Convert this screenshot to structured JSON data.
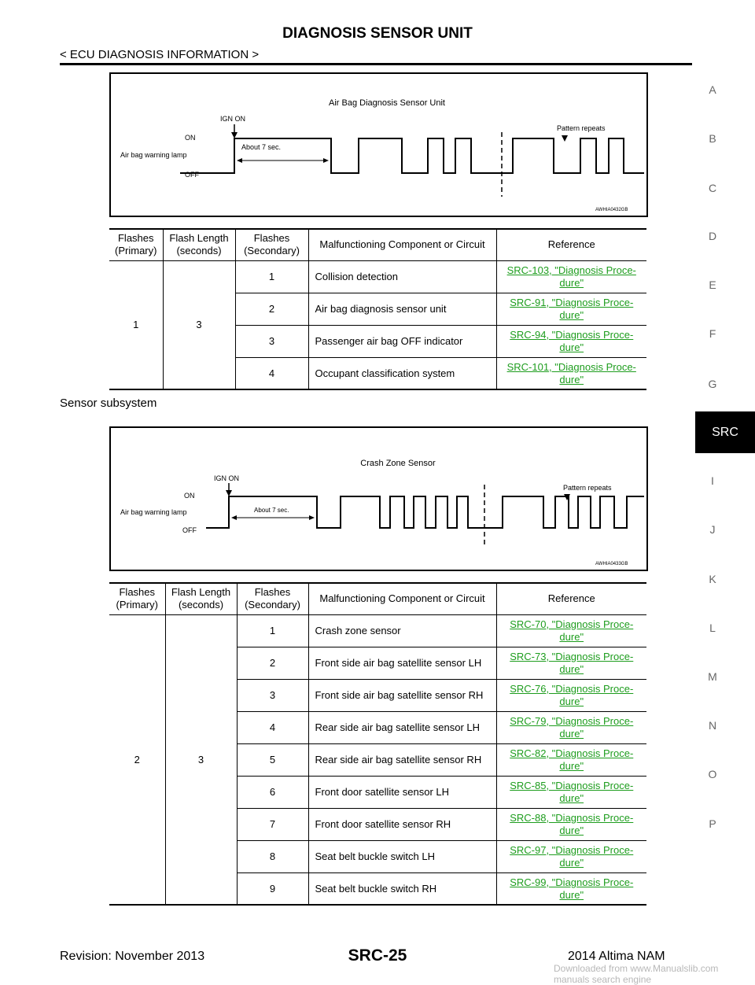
{
  "header": {
    "title": "DIAGNOSIS SENSOR UNIT",
    "section": "< ECU DIAGNOSIS INFORMATION >"
  },
  "side_index": {
    "letters": [
      "A",
      "B",
      "C",
      "D",
      "E",
      "F",
      "G",
      "I",
      "J",
      "K",
      "L",
      "M",
      "N",
      "O",
      "P"
    ],
    "active_tab": "SRC"
  },
  "diagram1": {
    "title": "Air Bag Diagnosis Sensor Unit",
    "ign_on": "IGN ON",
    "on": "ON",
    "off": "OFF",
    "lamp": "Air bag warning lamp",
    "about": "About 7 sec.",
    "pattern": "Pattern repeats",
    "code": "AWHIA0432GB"
  },
  "table_headers": {
    "flashes_primary": "Flashes\n(Primary)",
    "flash_length": "Flash Length\n(seconds)",
    "flashes_secondary": "Flashes\n(Secondary)",
    "component": "Malfunctioning Component or Circuit",
    "reference": "Reference"
  },
  "table1": {
    "primary": "1",
    "length": "3",
    "rows": [
      {
        "secondary": "1",
        "component": "Collision detection",
        "ref1": "SRC-103, \"Diagnosis Proce-",
        "ref2": "dure\""
      },
      {
        "secondary": "2",
        "component": "Air bag diagnosis sensor unit",
        "ref1": "SRC-91, \"Diagnosis Proce-",
        "ref2": "dure\""
      },
      {
        "secondary": "3",
        "component": "Passenger air bag OFF indicator",
        "ref1": "SRC-94, \"Diagnosis Proce-",
        "ref2": "dure\""
      },
      {
        "secondary": "4",
        "component": "Occupant classification system",
        "ref1": "SRC-101, \"Diagnosis Proce-",
        "ref2": "dure\""
      }
    ]
  },
  "subsystem_label": "Sensor subsystem",
  "diagram2": {
    "title": "Crash Zone Sensor",
    "ign_on": "IGN ON",
    "on": "ON",
    "off": "OFF",
    "lamp": "Air bag warning lamp",
    "about": "About 7 sec.",
    "pattern": "Pattern repeats",
    "code": "AWHIA0433GB"
  },
  "table2": {
    "primary": "2",
    "length": "3",
    "rows": [
      {
        "secondary": "1",
        "component": "Crash zone sensor",
        "ref1": "SRC-70, \"Diagnosis Proce-",
        "ref2": "dure\""
      },
      {
        "secondary": "2",
        "component": "Front side air bag satellite sensor LH",
        "ref1": "SRC-73, \"Diagnosis Proce-",
        "ref2": "dure\""
      },
      {
        "secondary": "3",
        "component": "Front side air bag satellite sensor RH",
        "ref1": "SRC-76, \"Diagnosis Proce-",
        "ref2": "dure\""
      },
      {
        "secondary": "4",
        "component": "Rear side air bag satellite sensor LH",
        "ref1": "SRC-79, \"Diagnosis Proce-",
        "ref2": "dure\""
      },
      {
        "secondary": "5",
        "component": "Rear side air bag satellite sensor RH",
        "ref1": "SRC-82, \"Diagnosis Proce-",
        "ref2": "dure\""
      },
      {
        "secondary": "6",
        "component": "Front door satellite sensor LH",
        "ref1": "SRC-85, \"Diagnosis Proce-",
        "ref2": "dure\""
      },
      {
        "secondary": "7",
        "component": "Front door satellite sensor RH",
        "ref1": "SRC-88, \"Diagnosis Proce-",
        "ref2": "dure\""
      },
      {
        "secondary": "8",
        "component": "Seat belt buckle switch LH",
        "ref1": "SRC-97, \"Diagnosis Proce-",
        "ref2": "dure\""
      },
      {
        "secondary": "9",
        "component": "Seat belt buckle switch RH",
        "ref1": "SRC-99, \"Diagnosis Proce-",
        "ref2": "dure\""
      }
    ]
  },
  "footer": {
    "revision": "Revision: November 2013",
    "page": "SRC-25",
    "model": "2014 Altima NAM",
    "watermark": "Downloaded from www.Manualslib.com manuals search engine"
  },
  "colors": {
    "link": "#1e9d1e",
    "tab_bg": "#000000",
    "index_text": "#666666"
  }
}
